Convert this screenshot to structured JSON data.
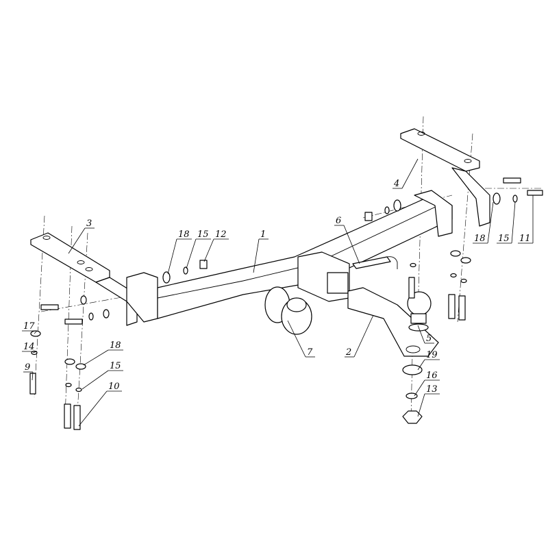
{
  "diagram": {
    "type": "exploded-assembly",
    "callouts": [
      {
        "id": "c3",
        "label": "3"
      },
      {
        "id": "c18a",
        "label": "18"
      },
      {
        "id": "c15a",
        "label": "15"
      },
      {
        "id": "c12",
        "label": "12"
      },
      {
        "id": "c1",
        "label": "1"
      },
      {
        "id": "c6",
        "label": "6"
      },
      {
        "id": "c4",
        "label": "4"
      },
      {
        "id": "c18b",
        "label": "18"
      },
      {
        "id": "c15b",
        "label": "15"
      },
      {
        "id": "c11",
        "label": "11"
      },
      {
        "id": "c17",
        "label": "17"
      },
      {
        "id": "c14",
        "label": "14"
      },
      {
        "id": "c9",
        "label": "9"
      },
      {
        "id": "c18c",
        "label": "18"
      },
      {
        "id": "c15c",
        "label": "15"
      },
      {
        "id": "c10",
        "label": "10"
      },
      {
        "id": "c7",
        "label": "7"
      },
      {
        "id": "c2",
        "label": "2"
      },
      {
        "id": "c5",
        "label": "5"
      },
      {
        "id": "c19",
        "label": "19"
      },
      {
        "id": "c16",
        "label": "16"
      },
      {
        "id": "c13",
        "label": "13"
      }
    ]
  }
}
